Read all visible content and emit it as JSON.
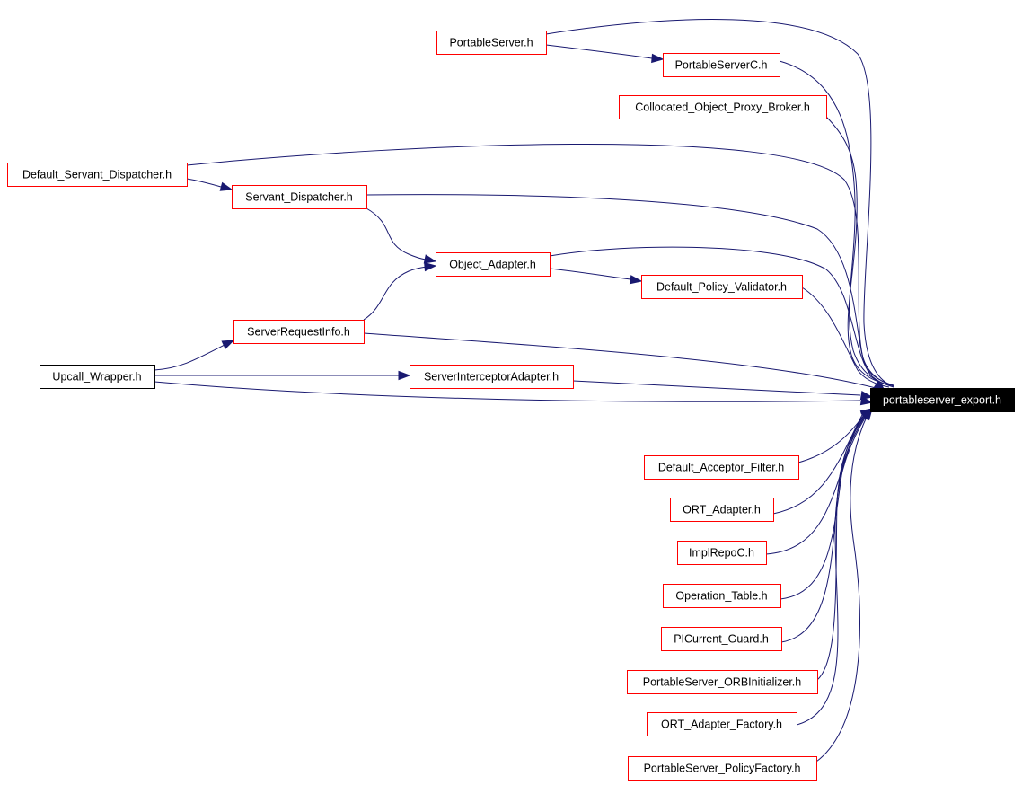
{
  "graph": {
    "edge_color": "#191970",
    "default_node_border": "#ff0000",
    "target_node": "portableserver_export_h",
    "nodes": [
      {
        "id": "PortableServer_h",
        "label": "PortableServer.h",
        "style": "red"
      },
      {
        "id": "PortableServerC_h",
        "label": "PortableServerC.h",
        "style": "red"
      },
      {
        "id": "Collocated_Object_Proxy_Broker_h",
        "label": "Collocated_Object_Proxy_Broker.h",
        "style": "red"
      },
      {
        "id": "Default_Servant_Dispatcher_h",
        "label": "Default_Servant_Dispatcher.h",
        "style": "red"
      },
      {
        "id": "Servant_Dispatcher_h",
        "label": "Servant_Dispatcher.h",
        "style": "red"
      },
      {
        "id": "Object_Adapter_h",
        "label": "Object_Adapter.h",
        "style": "red"
      },
      {
        "id": "Default_Policy_Validator_h",
        "label": "Default_Policy_Validator.h",
        "style": "red"
      },
      {
        "id": "ServerRequestInfo_h",
        "label": "ServerRequestInfo.h",
        "style": "red"
      },
      {
        "id": "Upcall_Wrapper_h",
        "label": "Upcall_Wrapper.h",
        "style": "plain"
      },
      {
        "id": "ServerInterceptorAdapter_h",
        "label": "ServerInterceptorAdapter.h",
        "style": "red"
      },
      {
        "id": "portableserver_export_h",
        "label": "portableserver_export.h",
        "style": "target"
      },
      {
        "id": "Default_Acceptor_Filter_h",
        "label": "Default_Acceptor_Filter.h",
        "style": "red"
      },
      {
        "id": "ORT_Adapter_h",
        "label": "ORT_Adapter.h",
        "style": "red"
      },
      {
        "id": "ImplRepoC_h",
        "label": "ImplRepoC.h",
        "style": "red"
      },
      {
        "id": "Operation_Table_h",
        "label": "Operation_Table.h",
        "style": "red"
      },
      {
        "id": "PICurrent_Guard_h",
        "label": "PICurrent_Guard.h",
        "style": "red"
      },
      {
        "id": "PortableServer_ORBInitializer_h",
        "label": "PortableServer_ORBInitializer.h",
        "style": "red"
      },
      {
        "id": "ORT_Adapter_Factory_h",
        "label": "ORT_Adapter_Factory.h",
        "style": "red"
      },
      {
        "id": "PortableServer_PolicyFactory_h",
        "label": "PortableServer_PolicyFactory.h",
        "style": "red"
      }
    ],
    "edges": [
      {
        "from": "PortableServer_h",
        "to": "PortableServerC_h"
      },
      {
        "from": "PortableServer_h",
        "to": "portableserver_export_h"
      },
      {
        "from": "PortableServerC_h",
        "to": "portableserver_export_h"
      },
      {
        "from": "Collocated_Object_Proxy_Broker_h",
        "to": "portableserver_export_h"
      },
      {
        "from": "Default_Servant_Dispatcher_h",
        "to": "Servant_Dispatcher_h"
      },
      {
        "from": "Default_Servant_Dispatcher_h",
        "to": "portableserver_export_h"
      },
      {
        "from": "Servant_Dispatcher_h",
        "to": "Object_Adapter_h"
      },
      {
        "from": "Servant_Dispatcher_h",
        "to": "portableserver_export_h"
      },
      {
        "from": "Object_Adapter_h",
        "to": "Default_Policy_Validator_h"
      },
      {
        "from": "Object_Adapter_h",
        "to": "portableserver_export_h"
      },
      {
        "from": "Default_Policy_Validator_h",
        "to": "portableserver_export_h"
      },
      {
        "from": "ServerRequestInfo_h",
        "to": "Object_Adapter_h"
      },
      {
        "from": "ServerRequestInfo_h",
        "to": "portableserver_export_h"
      },
      {
        "from": "Upcall_Wrapper_h",
        "to": "ServerRequestInfo_h"
      },
      {
        "from": "Upcall_Wrapper_h",
        "to": "ServerInterceptorAdapter_h"
      },
      {
        "from": "Upcall_Wrapper_h",
        "to": "portableserver_export_h"
      },
      {
        "from": "ServerInterceptorAdapter_h",
        "to": "portableserver_export_h"
      },
      {
        "from": "Default_Acceptor_Filter_h",
        "to": "portableserver_export_h"
      },
      {
        "from": "ORT_Adapter_h",
        "to": "portableserver_export_h"
      },
      {
        "from": "ImplRepoC_h",
        "to": "portableserver_export_h"
      },
      {
        "from": "Operation_Table_h",
        "to": "portableserver_export_h"
      },
      {
        "from": "PICurrent_Guard_h",
        "to": "portableserver_export_h"
      },
      {
        "from": "PortableServer_ORBInitializer_h",
        "to": "portableserver_export_h"
      },
      {
        "from": "ORT_Adapter_Factory_h",
        "to": "portableserver_export_h"
      },
      {
        "from": "PortableServer_PolicyFactory_h",
        "to": "portableserver_export_h"
      }
    ]
  }
}
